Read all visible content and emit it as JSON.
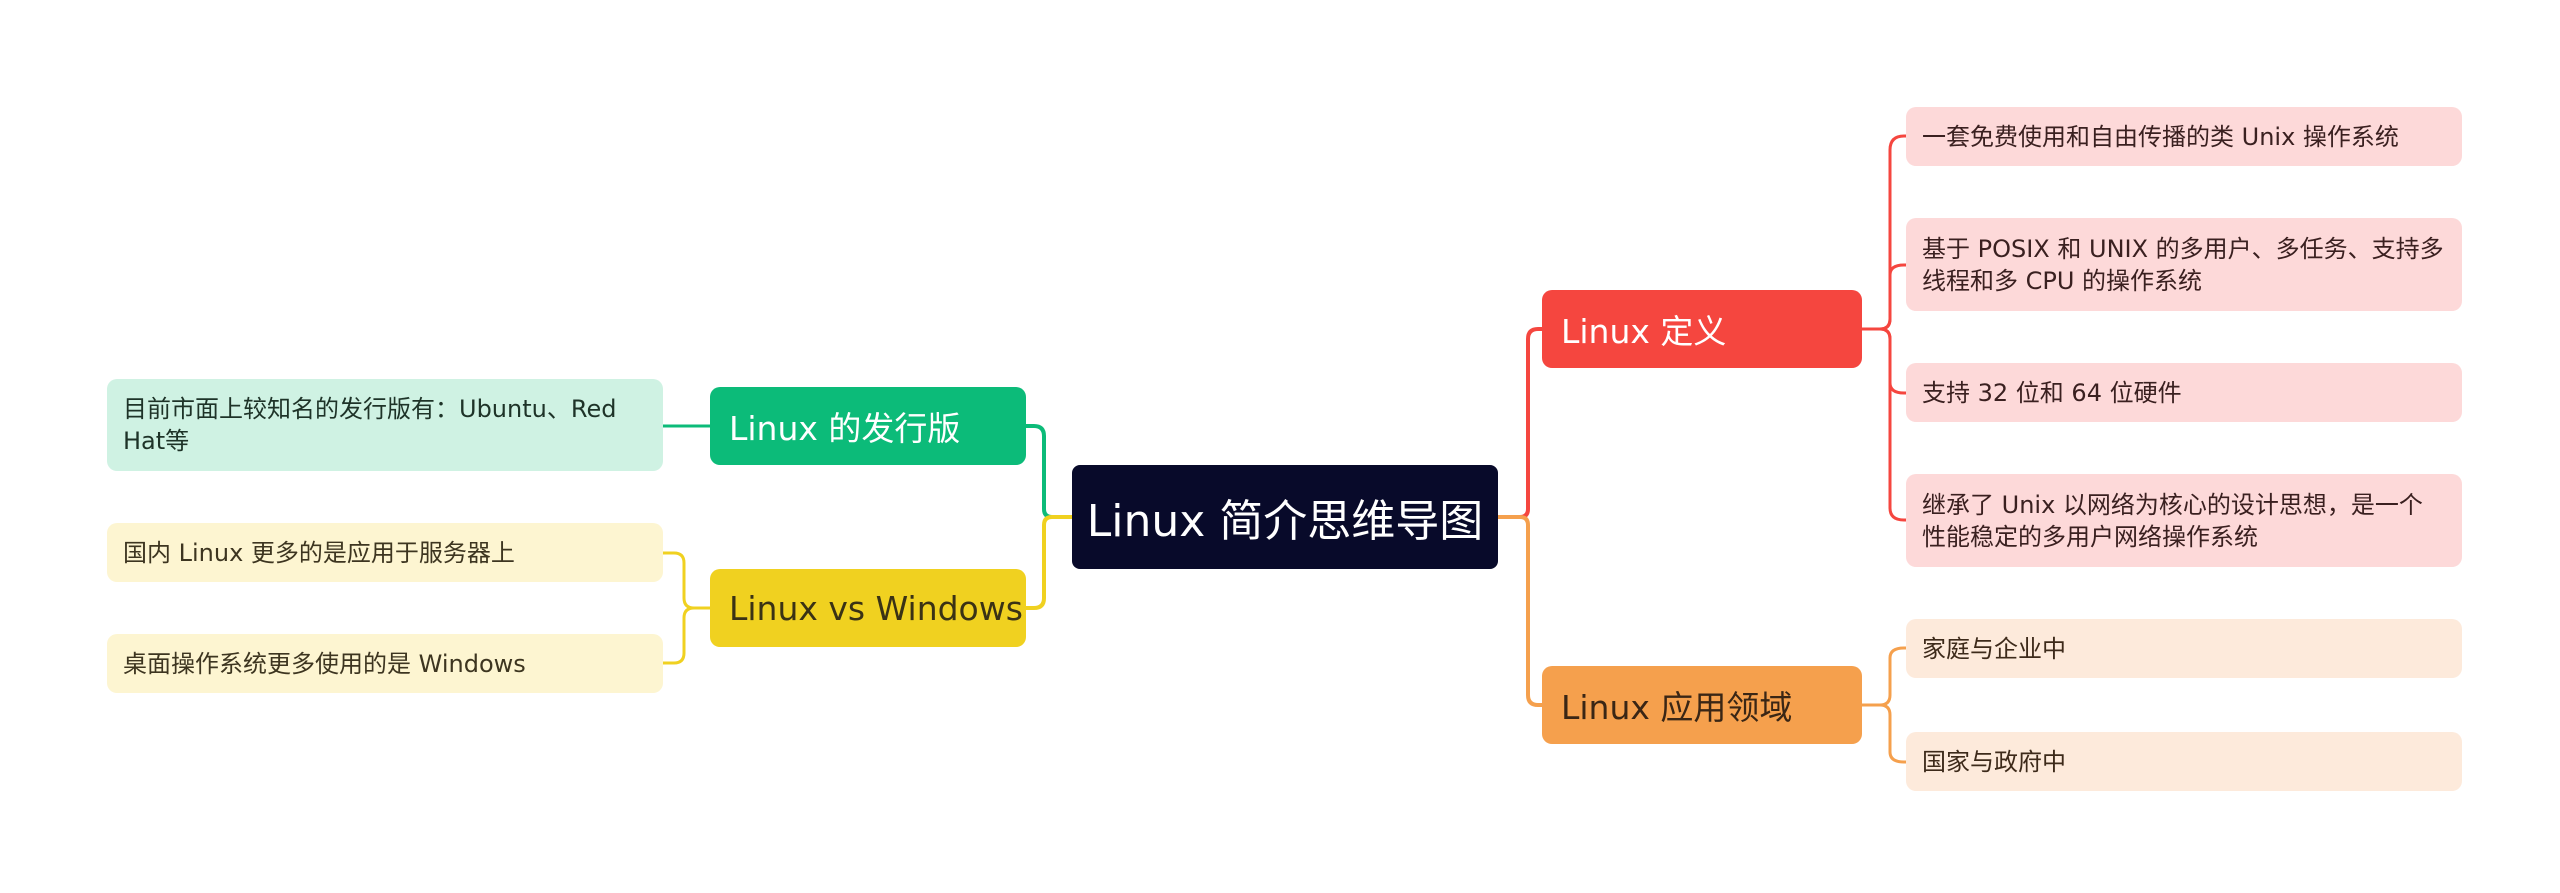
{
  "root": {
    "title": "Linux 简介思维导图"
  },
  "branches": {
    "definition": {
      "label": "Linux 定义",
      "color": "#f5463f",
      "items": [
        "一套免费使用和自由传播的类 Unix 操作系统",
        "基于 POSIX 和 UNIX 的多用户、多任务、支持多线程和多 CPU 的操作系统",
        "支持 32 位和 64 位硬件",
        "继承了 Unix 以网络为核心的设计思想，是一个性能稳定的多用户网络操作系统"
      ]
    },
    "application": {
      "label": "Linux 应用领域",
      "color": "#f5a04d",
      "items": [
        "家庭与企业中",
        "国家与政府中"
      ]
    },
    "distro": {
      "label": "Linux 的发行版",
      "color": "#0cbb79",
      "items": [
        "目前市面上较知名的发行版有：Ubuntu、Red Hat等"
      ]
    },
    "vs": {
      "label": "Linux vs Windows",
      "color": "#f0d120",
      "items": [
        "国内 Linux 更多的是应用于服务器上",
        "桌面操作系统更多使用的是 Windows"
      ]
    }
  }
}
